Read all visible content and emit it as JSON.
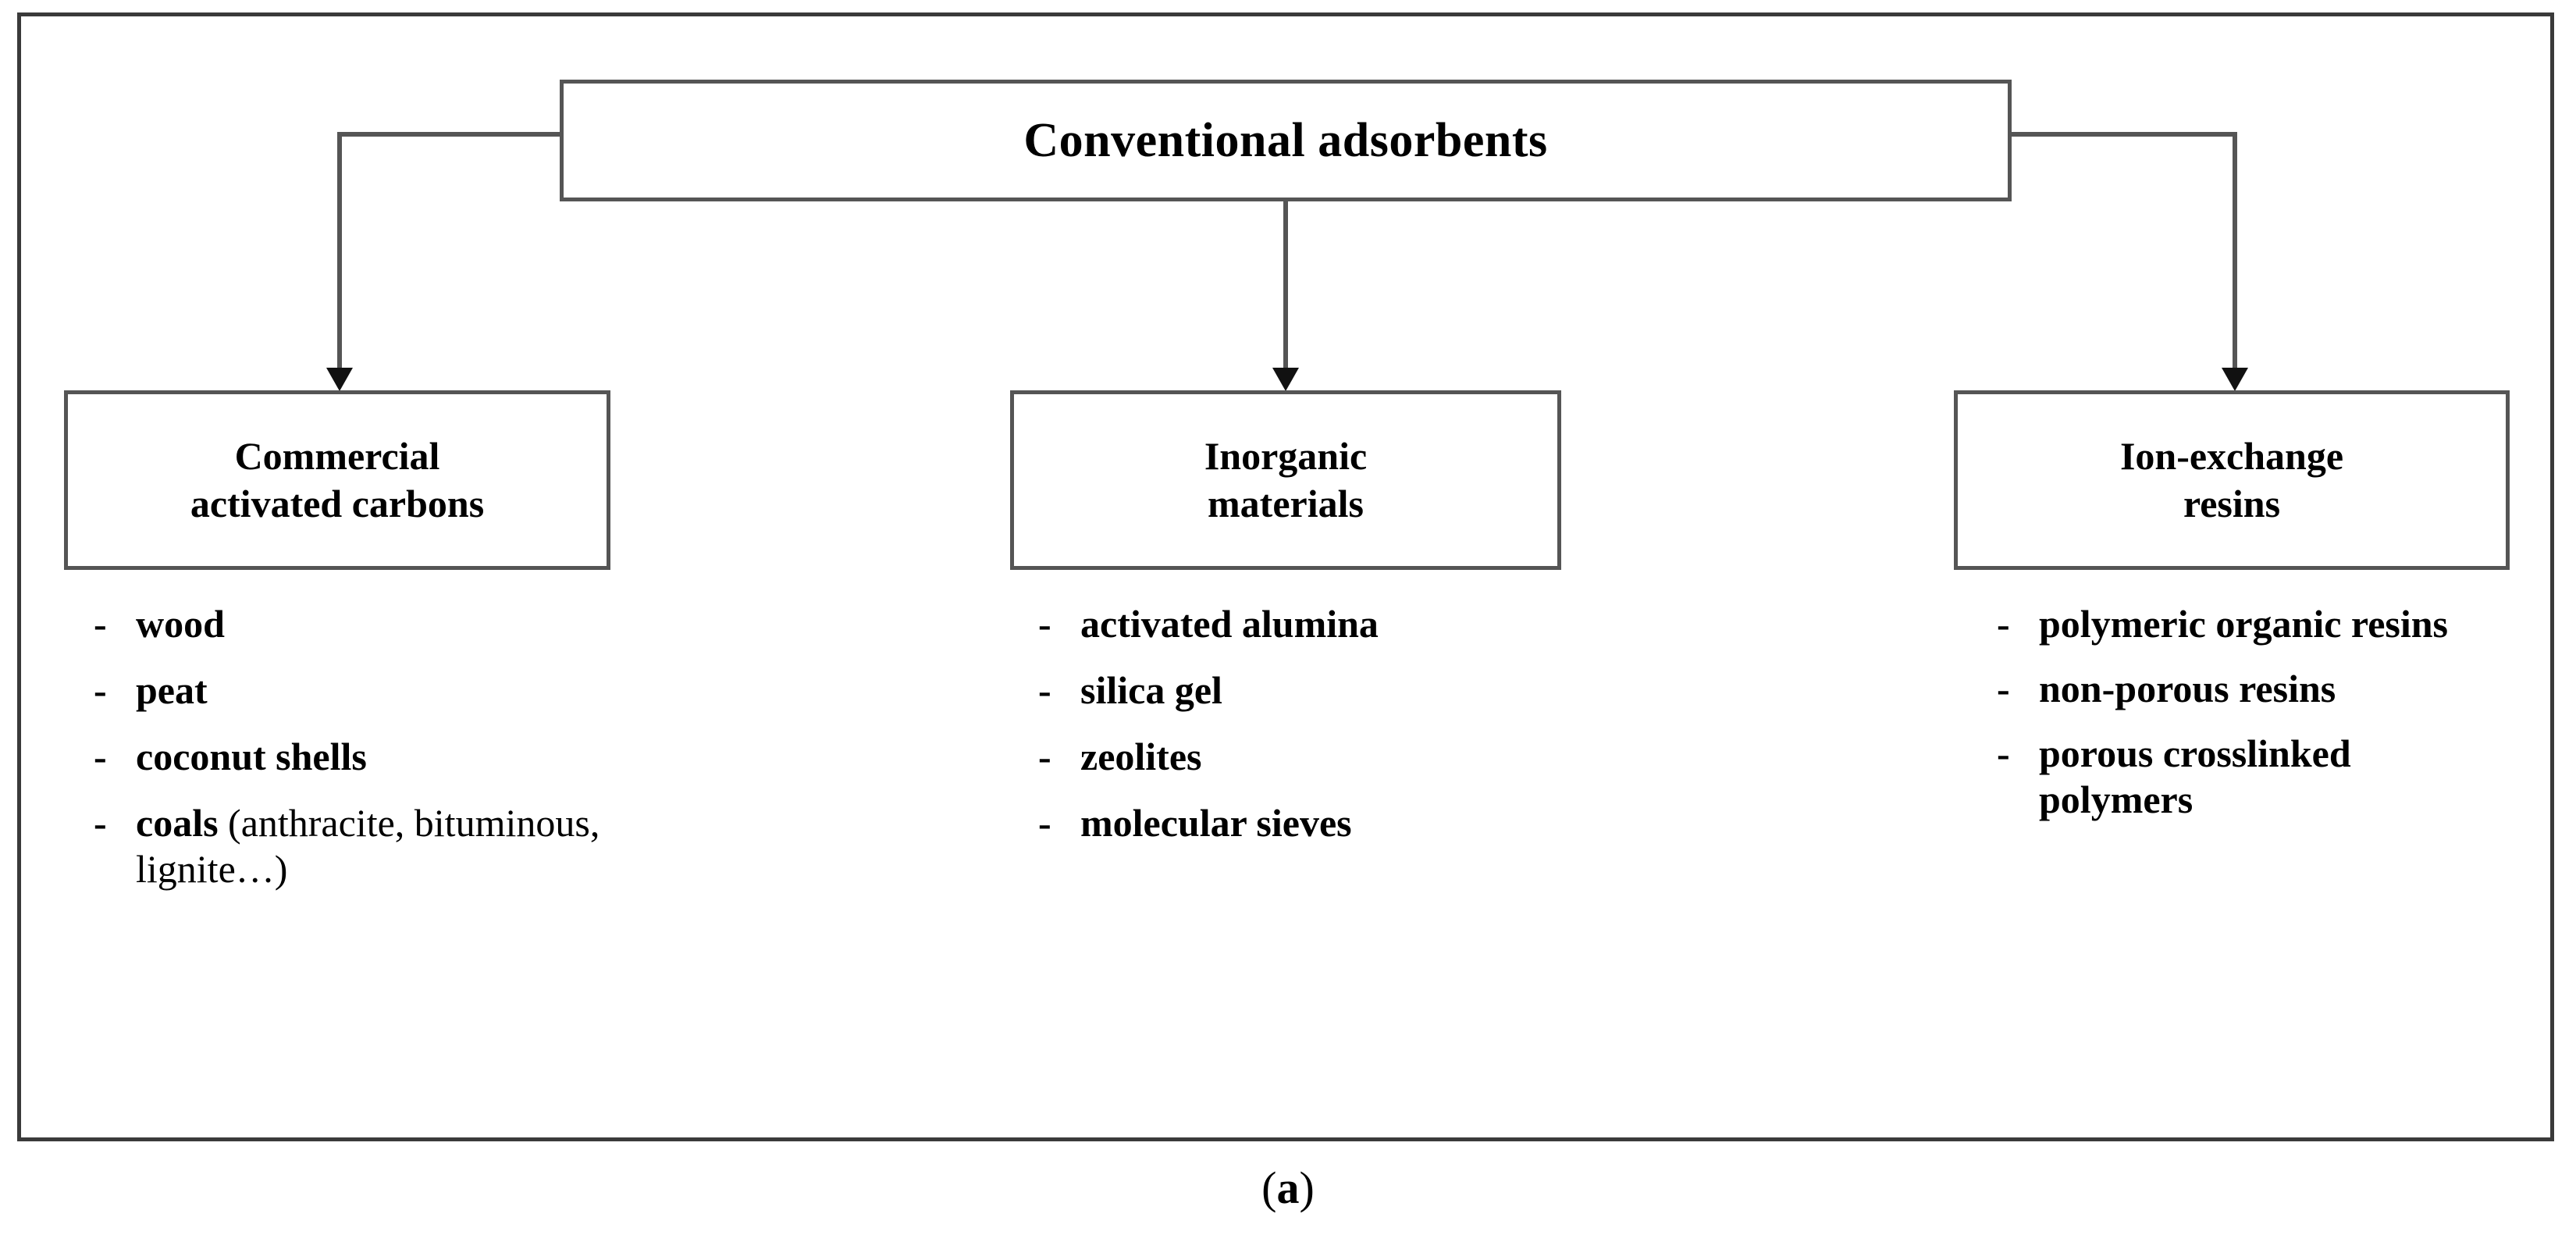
{
  "diagram": {
    "root": {
      "label": "Conventional adsorbents"
    },
    "branches": [
      {
        "id": "commercial-activated-carbons",
        "title_lines": [
          "Commercial",
          "activated carbons"
        ],
        "items": [
          {
            "dash": "-",
            "text": "wood",
            "note": ""
          },
          {
            "dash": "-",
            "text": "peat",
            "note": ""
          },
          {
            "dash": "-",
            "text": "coconut shells",
            "note": ""
          },
          {
            "dash": "-",
            "text": "coals",
            "note": " (anthracite, bituminous, lignite…)"
          }
        ]
      },
      {
        "id": "inorganic-materials",
        "title_lines": [
          "Inorganic",
          "materials"
        ],
        "items": [
          {
            "dash": "-",
            "text": "activated alumina",
            "note": ""
          },
          {
            "dash": "-",
            "text": "silica gel",
            "note": ""
          },
          {
            "dash": "-",
            "text": "zeolites",
            "note": ""
          },
          {
            "dash": "-",
            "text": "molecular sieves",
            "note": ""
          }
        ]
      },
      {
        "id": "ion-exchange-resins",
        "title_lines": [
          "Ion-exchange",
          "resins"
        ],
        "items": [
          {
            "dash": "-",
            "text": "polymeric organic resins",
            "note": ""
          },
          {
            "dash": "-",
            "text": "non-porous resins",
            "note": ""
          },
          {
            "dash": "-",
            "text": "porous crosslinked polymers",
            "note": ""
          }
        ]
      }
    ]
  },
  "caption": {
    "open_paren": "(",
    "letter": "a",
    "close_paren": ")"
  },
  "colors": {
    "frame_border": "#3a3a3a",
    "box_border": "#555555",
    "connector": "#555555",
    "arrowhead": "#111111",
    "text": "#000000",
    "background": "#ffffff"
  }
}
